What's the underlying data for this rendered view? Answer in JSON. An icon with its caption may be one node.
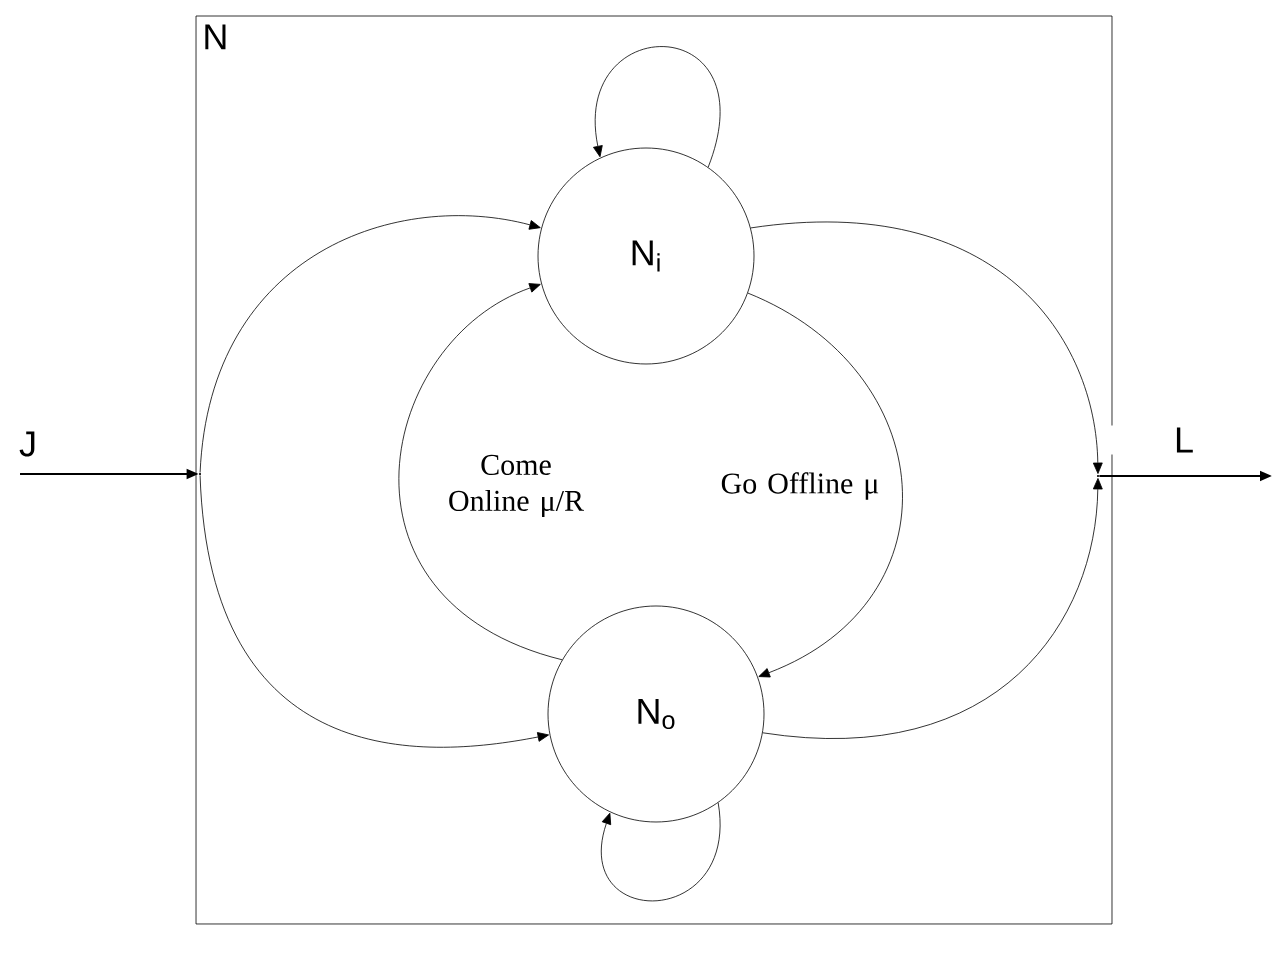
{
  "diagram": {
    "nodes": [
      {
        "text": [
          "N"
        ]
      },
      {
        "text": [
          "N$_{i}$"
        ],
        "in": 0
      },
      {
        "text": [
          "N$_{o}$"
        ],
        "in": 0
      },
      {
        "text": [],
        "shape": "point",
        "in": 0
      },
      {
        "text": [],
        "shape": "point",
        "in": 0
      }
    ],
    "edges": [
      {
        "from": null,
        "to": 3,
        "arrow": "to",
        "label": "J"
      },
      {
        "from": 3,
        "to": 1,
        "arrow": "to"
      },
      {
        "from": 3,
        "to": 2,
        "arrow": "to"
      },
      {
        "from": 2,
        "to": 1,
        "arrow": "to",
        "label": "Come Online μ/R"
      },
      {
        "from": 1,
        "to": 2,
        "arrow": "to",
        "label": "Go Offline μ"
      },
      {
        "from": 1,
        "to": 1,
        "arrow": "to"
      },
      {
        "from": 2,
        "to": 2,
        "arrow": "to"
      },
      {
        "from": 1,
        "to": 4,
        "arrow": "to"
      },
      {
        "from": 2,
        "to": 4,
        "arrow": "to"
      },
      {
        "from": 4,
        "to": null,
        "arrow": "to",
        "label": "L"
      }
    ]
  }
}
